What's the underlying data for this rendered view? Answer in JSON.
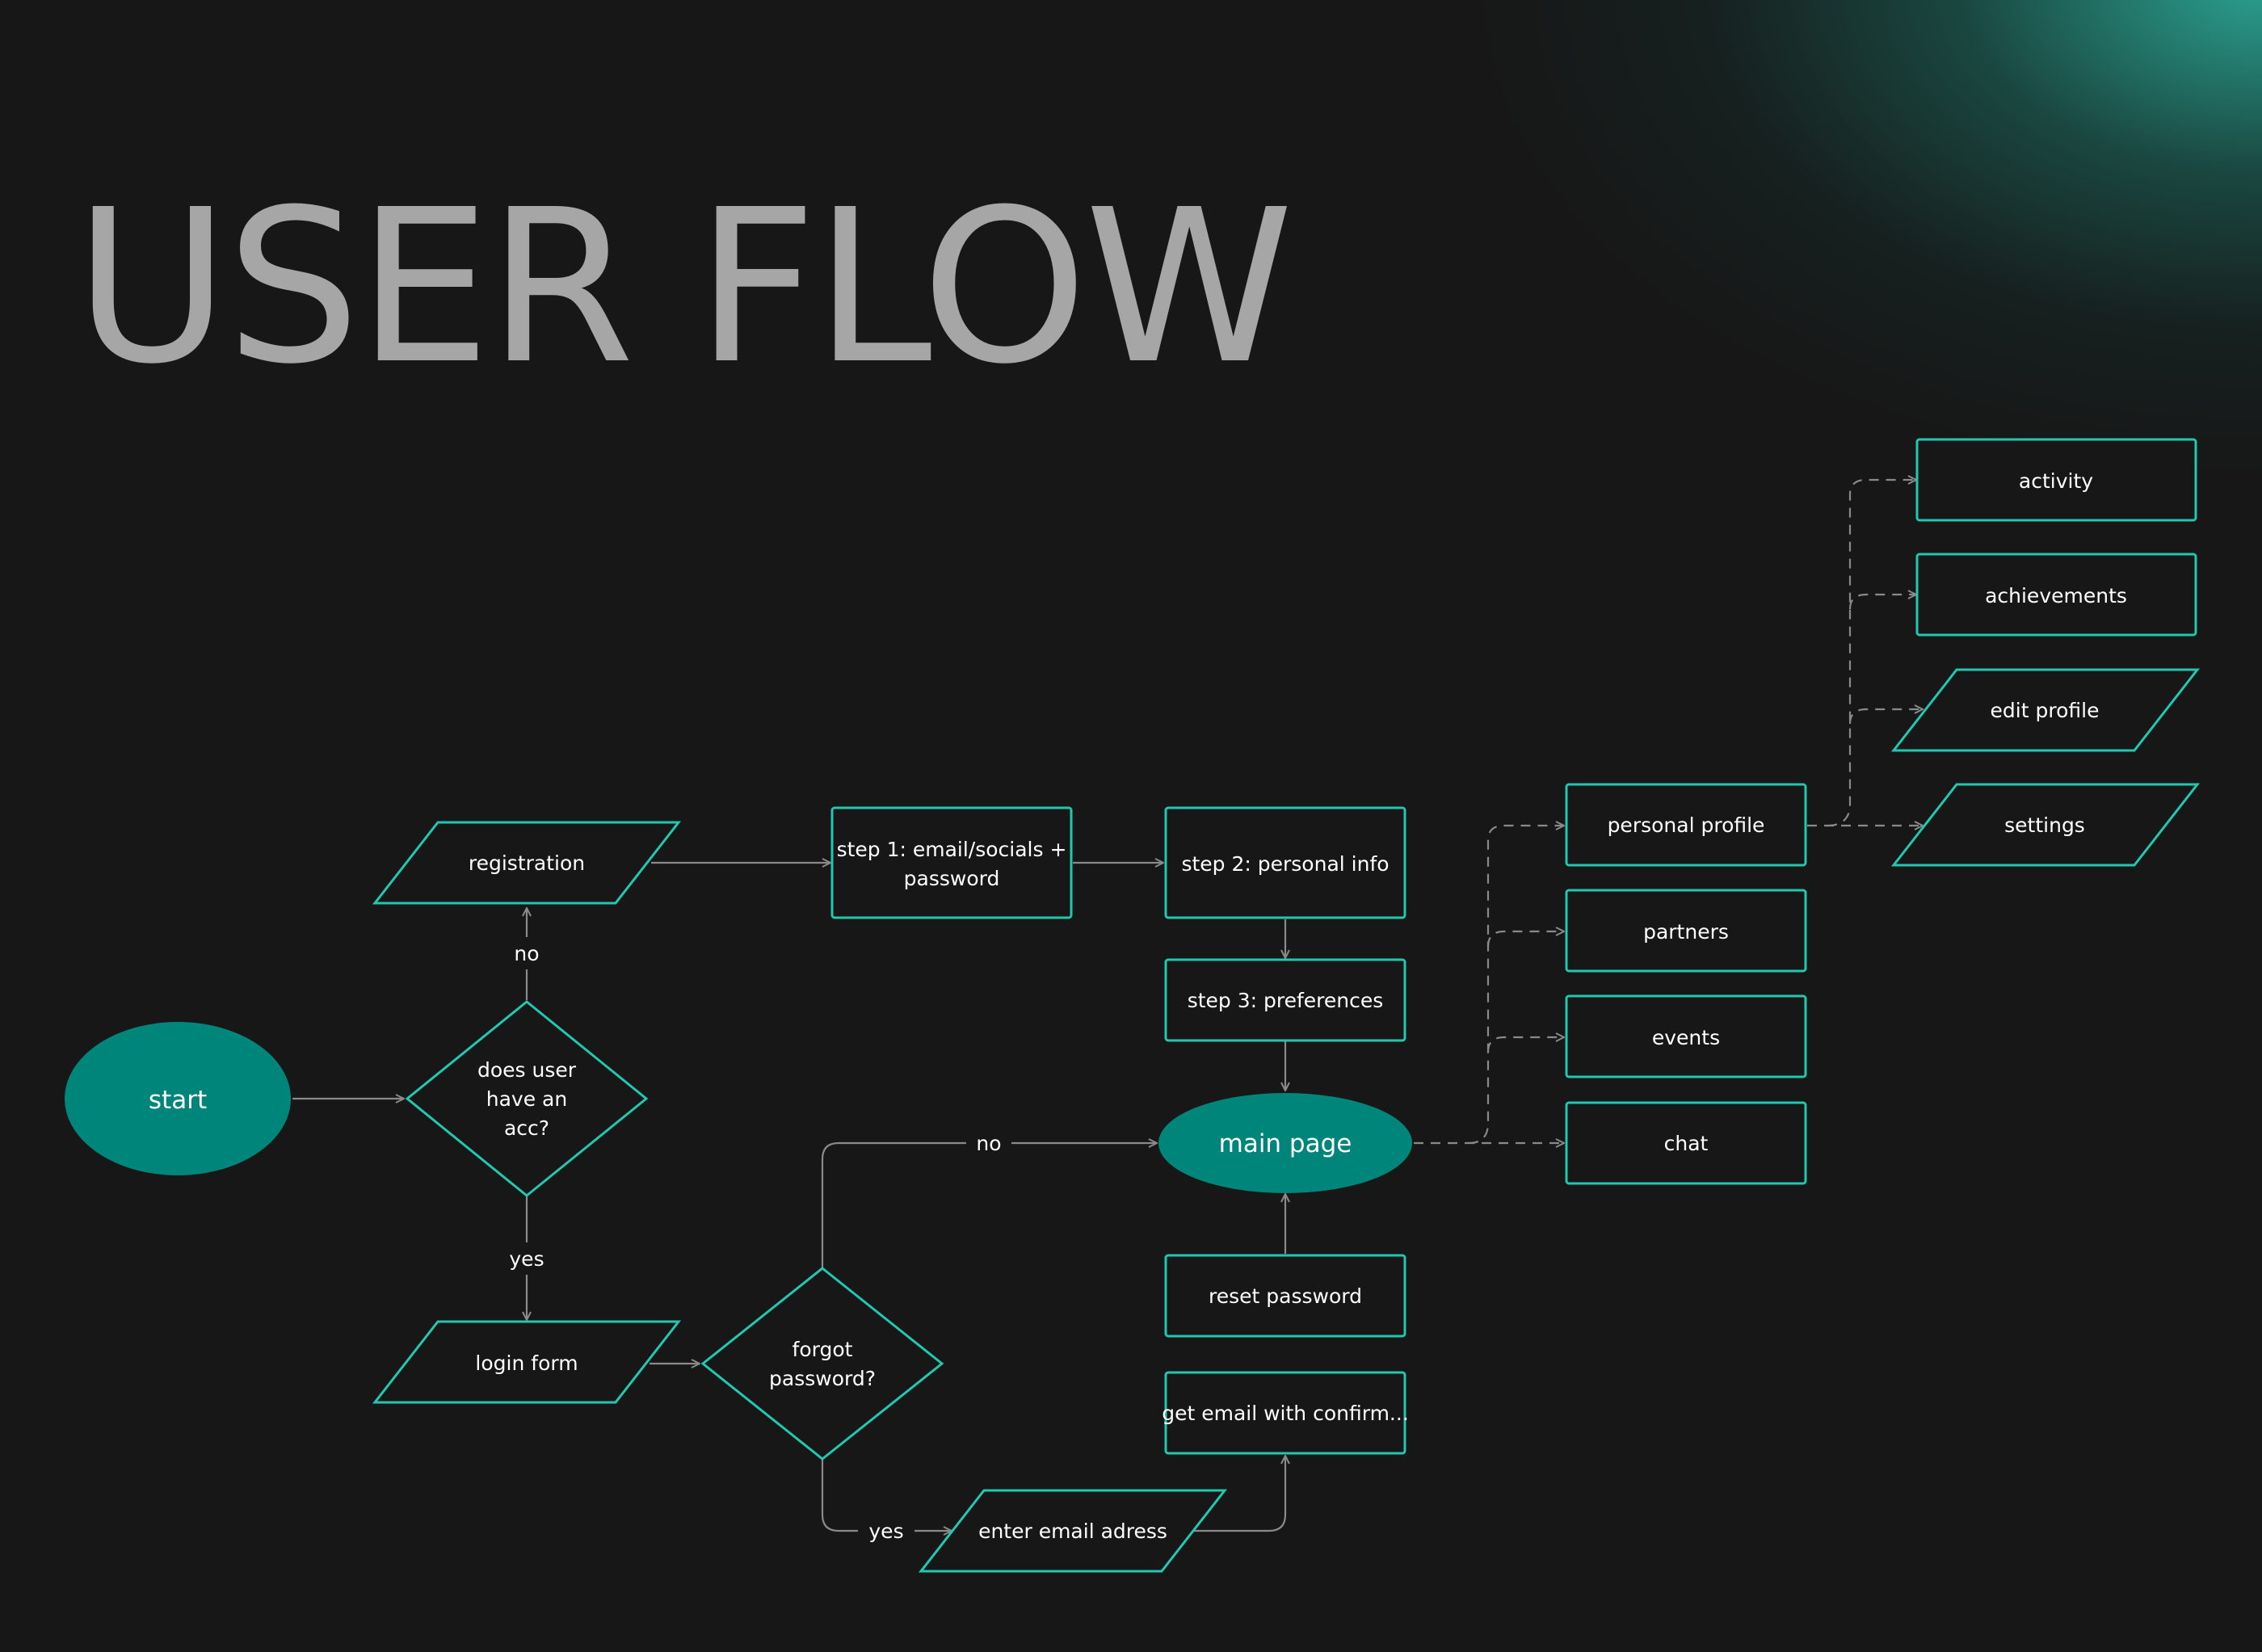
{
  "title": "USER FLOW",
  "nodes": {
    "start": "start",
    "does_user_have_acc": [
      "does user",
      "have an",
      "acc?"
    ],
    "registration": "registration",
    "login_form": "login form",
    "forgot_password": [
      "forgot",
      "password?"
    ],
    "step1": [
      "step 1: email/socials +",
      "password"
    ],
    "step2": "step 2: personal info",
    "step3": "step 3: preferences",
    "main_page": "main page",
    "reset_password": "reset password",
    "get_email": "get email with confirm...",
    "enter_email": "enter email adress",
    "personal_profile": "personal profile",
    "partners": "partners",
    "events": "events",
    "chat": "chat",
    "activity": "activity",
    "achievements": "achievements",
    "edit_profile": "edit profile",
    "settings": "settings"
  },
  "edge_labels": {
    "no_to_registration": "no",
    "yes_to_login": "yes",
    "no_to_main": "no",
    "yes_to_enter_email": "yes"
  },
  "colors": {
    "background": "#171717",
    "accent": "#22c7b0",
    "terminal_fill": "#00857a",
    "title": "#a6a6a6",
    "connector": "#8a8a8a"
  }
}
